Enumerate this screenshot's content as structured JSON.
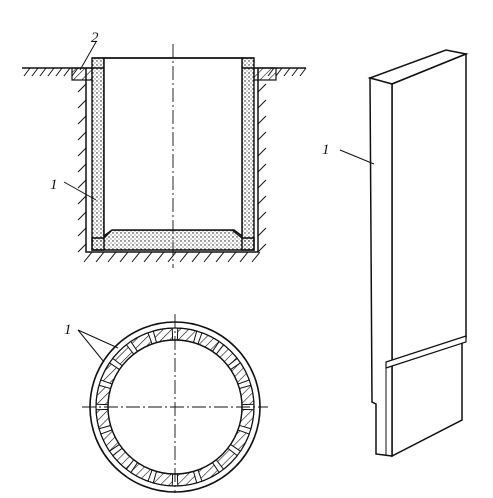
{
  "colors": {
    "ink": "#111111",
    "paper": "#ffffff",
    "panel_face": "#f4f4f4"
  },
  "labels": {
    "section_label_2": "2",
    "section_label_1": "1",
    "plan_label_1": "1",
    "panel_label_1": "1"
  }
}
